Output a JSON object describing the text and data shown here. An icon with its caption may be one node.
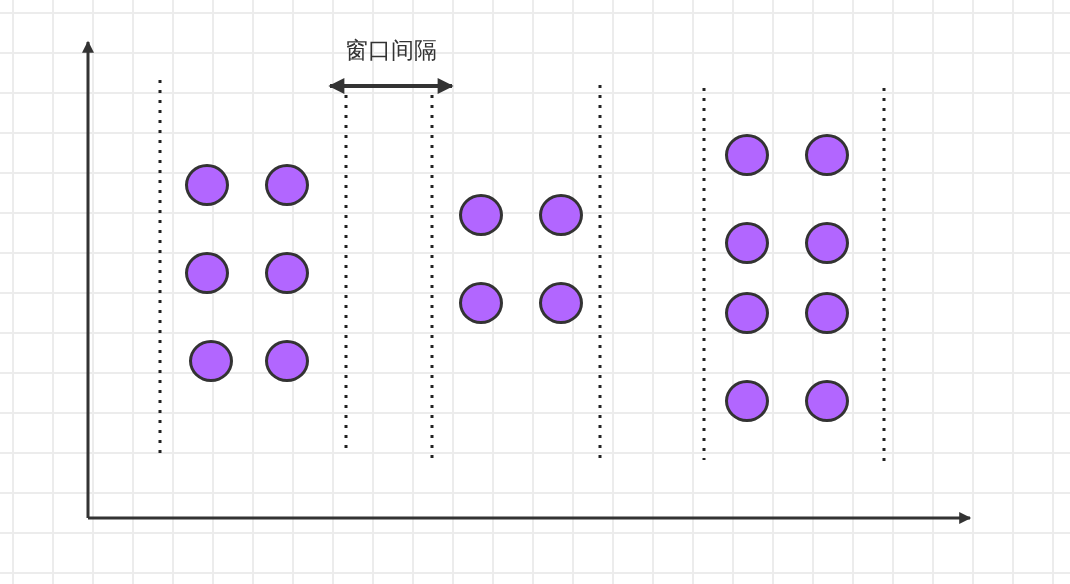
{
  "diagram": {
    "nodes": [
      {
        "text": [],
        "shape": "circle"
      },
      {
        "text": [],
        "shape": "circle"
      },
      {
        "text": [],
        "shape": "circle"
      },
      {
        "text": [],
        "shape": "circle"
      },
      {
        "text": [],
        "shape": "circle"
      },
      {
        "text": [],
        "shape": "circle"
      },
      {
        "text": [],
        "shape": "circle"
      },
      {
        "text": [],
        "shape": "circle"
      },
      {
        "text": [],
        "shape": "circle"
      },
      {
        "text": [],
        "shape": "circle"
      },
      {
        "text": [],
        "shape": "circle"
      },
      {
        "text": [],
        "shape": "circle"
      },
      {
        "text": [],
        "shape": "circle"
      },
      {
        "text": [],
        "shape": "circle"
      },
      {
        "text": [],
        "shape": "circle"
      },
      {
        "text": [],
        "shape": "circle"
      },
      {
        "text": [],
        "shape": "circle"
      },
      {
        "text": [],
        "shape": "circle"
      }
    ],
    "labels": [
      "窗口间隔"
    ]
  }
}
